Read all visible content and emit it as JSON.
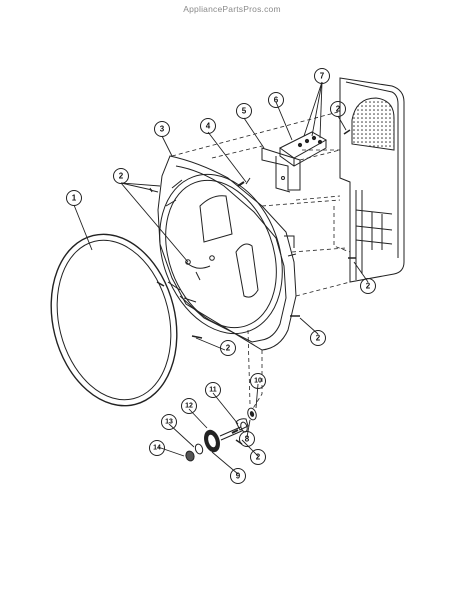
{
  "watermark": "AppliancePartsPros.com",
  "callouts": [
    {
      "id": "c1",
      "label": "1"
    },
    {
      "id": "c2a",
      "label": "2"
    },
    {
      "id": "c2b",
      "label": "2"
    },
    {
      "id": "c2c",
      "label": "2"
    },
    {
      "id": "c2d",
      "label": "2"
    },
    {
      "id": "c2e",
      "label": "2"
    },
    {
      "id": "c2f",
      "label": "2"
    },
    {
      "id": "c3",
      "label": "3"
    },
    {
      "id": "c4",
      "label": "4"
    },
    {
      "id": "c5",
      "label": "5"
    },
    {
      "id": "c6",
      "label": "6"
    },
    {
      "id": "c7",
      "label": "7"
    },
    {
      "id": "c8",
      "label": "8"
    },
    {
      "id": "c9",
      "label": "9"
    },
    {
      "id": "c10",
      "label": "10"
    },
    {
      "id": "c11",
      "label": "11"
    },
    {
      "id": "c12",
      "label": "12"
    },
    {
      "id": "c13",
      "label": "13"
    },
    {
      "id": "c14",
      "label": "14"
    }
  ]
}
